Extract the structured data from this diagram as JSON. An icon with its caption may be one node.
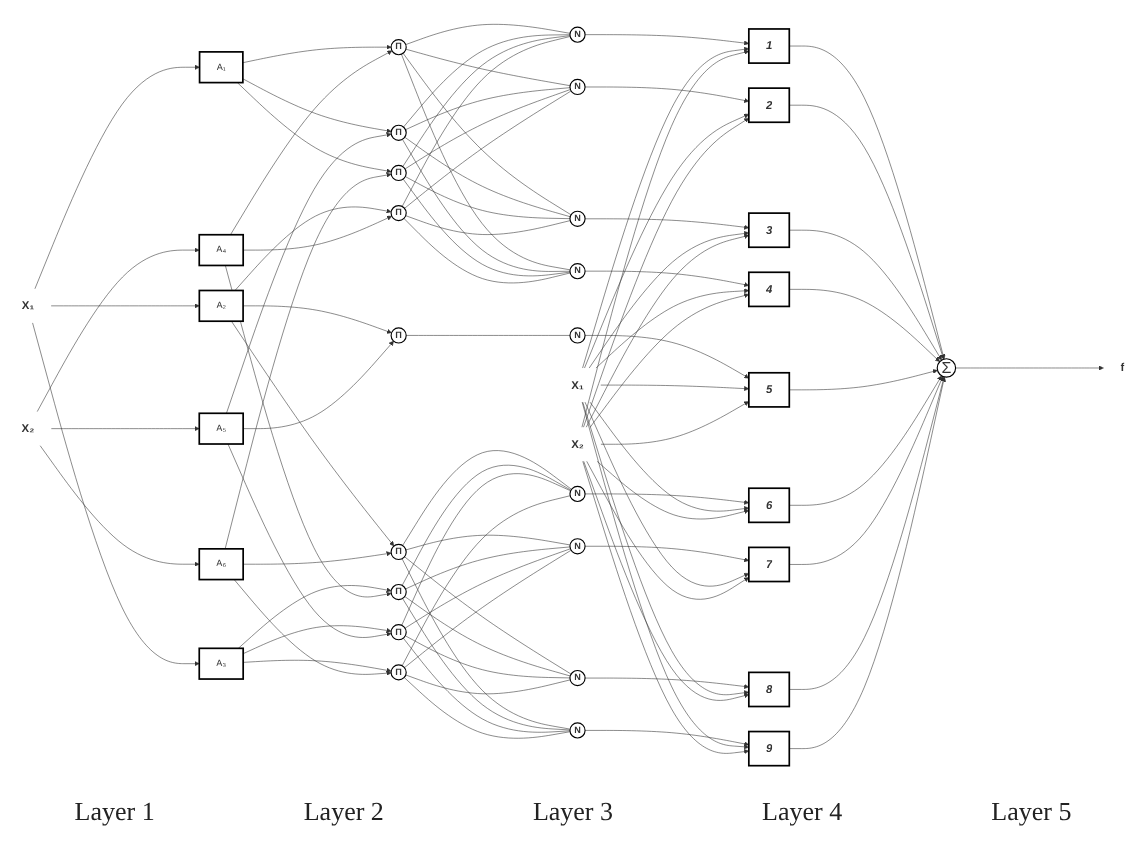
{
  "diagram": {
    "nodes": [
      {
        "text": [
          "X₁"
        ]
      },
      {
        "text": [
          "X₂"
        ]
      },
      {
        "text": [
          "A₁"
        ]
      },
      {
        "text": [
          "A₂"
        ]
      },
      {
        "text": [
          "A₃"
        ]
      },
      {
        "text": [
          "A₄"
        ]
      },
      {
        "text": [
          "A₅"
        ]
      },
      {
        "text": [
          "A₆"
        ]
      },
      {
        "text": [
          "Π"
        ]
      },
      {
        "text": [
          "Π"
        ]
      },
      {
        "text": [
          "Π"
        ]
      },
      {
        "text": [
          "Π"
        ]
      },
      {
        "text": [
          "Π"
        ]
      },
      {
        "text": [
          "Π"
        ]
      },
      {
        "text": [
          "Π"
        ]
      },
      {
        "text": [
          "Π"
        ]
      },
      {
        "text": [
          "Π"
        ]
      },
      {
        "text": [
          "N"
        ]
      },
      {
        "text": [
          "N"
        ]
      },
      {
        "text": [
          "N"
        ]
      },
      {
        "text": [
          "N"
        ]
      },
      {
        "text": [
          "N"
        ]
      },
      {
        "text": [
          "N"
        ]
      },
      {
        "text": [
          "N"
        ]
      },
      {
        "text": [
          "N"
        ]
      },
      {
        "text": [
          "N"
        ]
      },
      {
        "text": [
          "X₁"
        ]
      },
      {
        "text": [
          "X₂"
        ]
      },
      {
        "text": [
          "1"
        ]
      },
      {
        "text": [
          "2"
        ]
      },
      {
        "text": [
          "3"
        ]
      },
      {
        "text": [
          "4"
        ]
      },
      {
        "text": [
          "5"
        ]
      },
      {
        "text": [
          "6"
        ]
      },
      {
        "text": [
          "7"
        ]
      },
      {
        "text": [
          "8"
        ]
      },
      {
        "text": [
          "9"
        ]
      },
      {
        "text": [
          "Σ"
        ]
      },
      {
        "text": [
          "f"
        ]
      }
    ],
    "edges": [
      {
        "from": 0,
        "to": 2,
        "arrow": "to"
      },
      {
        "from": 0,
        "to": 3,
        "arrow": "to"
      },
      {
        "from": 0,
        "to": 4,
        "arrow": "to"
      },
      {
        "from": 1,
        "to": 5,
        "arrow": "to"
      },
      {
        "from": 1,
        "to": 6,
        "arrow": "to"
      },
      {
        "from": 1,
        "to": 7,
        "arrow": "to"
      },
      {
        "from": 2,
        "to": 8,
        "arrow": "to"
      },
      {
        "from": 2,
        "to": 9,
        "arrow": "to"
      },
      {
        "from": 2,
        "to": 10,
        "arrow": "to"
      },
      {
        "from": 3,
        "to": 11,
        "arrow": "to"
      },
      {
        "from": 3,
        "to": 12,
        "arrow": "to"
      },
      {
        "from": 3,
        "to": 13,
        "arrow": "to"
      },
      {
        "from": 4,
        "to": 14,
        "arrow": "to"
      },
      {
        "from": 4,
        "to": 15,
        "arrow": "to"
      },
      {
        "from": 4,
        "to": 16,
        "arrow": "to"
      },
      {
        "from": 5,
        "to": 8,
        "arrow": "to"
      },
      {
        "from": 5,
        "to": 11,
        "arrow": "to"
      },
      {
        "from": 5,
        "to": 14,
        "arrow": "to"
      },
      {
        "from": 6,
        "to": 9,
        "arrow": "to"
      },
      {
        "from": 6,
        "to": 12,
        "arrow": "to"
      },
      {
        "from": 6,
        "to": 15,
        "arrow": "to"
      },
      {
        "from": 7,
        "to": 10,
        "arrow": "to"
      },
      {
        "from": 7,
        "to": 13,
        "arrow": "to"
      },
      {
        "from": 7,
        "to": 16,
        "arrow": "to"
      },
      {
        "from": 8,
        "to": 17,
        "arrow": "none"
      },
      {
        "from": 8,
        "to": 18,
        "arrow": "none"
      },
      {
        "from": 8,
        "to": 19,
        "arrow": "none"
      },
      {
        "from": 8,
        "to": 20,
        "arrow": "none"
      },
      {
        "from": 9,
        "to": 17,
        "arrow": "none"
      },
      {
        "from": 9,
        "to": 18,
        "arrow": "none"
      },
      {
        "from": 9,
        "to": 19,
        "arrow": "none"
      },
      {
        "from": 9,
        "to": 20,
        "arrow": "none"
      },
      {
        "from": 10,
        "to": 17,
        "arrow": "none"
      },
      {
        "from": 10,
        "to": 18,
        "arrow": "none"
      },
      {
        "from": 10,
        "to": 19,
        "arrow": "none"
      },
      {
        "from": 10,
        "to": 20,
        "arrow": "none"
      },
      {
        "from": 11,
        "to": 17,
        "arrow": "none"
      },
      {
        "from": 11,
        "to": 18,
        "arrow": "none"
      },
      {
        "from": 11,
        "to": 19,
        "arrow": "none"
      },
      {
        "from": 11,
        "to": 20,
        "arrow": "none"
      },
      {
        "from": 12,
        "to": 21,
        "arrow": "none"
      },
      {
        "from": 13,
        "to": 22,
        "arrow": "none"
      },
      {
        "from": 13,
        "to": 23,
        "arrow": "none"
      },
      {
        "from": 13,
        "to": 24,
        "arrow": "none"
      },
      {
        "from": 13,
        "to": 25,
        "arrow": "none"
      },
      {
        "from": 14,
        "to": 22,
        "arrow": "none"
      },
      {
        "from": 14,
        "to": 23,
        "arrow": "none"
      },
      {
        "from": 14,
        "to": 24,
        "arrow": "none"
      },
      {
        "from": 14,
        "to": 25,
        "arrow": "none"
      },
      {
        "from": 15,
        "to": 22,
        "arrow": "none"
      },
      {
        "from": 15,
        "to": 23,
        "arrow": "none"
      },
      {
        "from": 15,
        "to": 24,
        "arrow": "none"
      },
      {
        "from": 15,
        "to": 25,
        "arrow": "none"
      },
      {
        "from": 16,
        "to": 22,
        "arrow": "none"
      },
      {
        "from": 16,
        "to": 23,
        "arrow": "none"
      },
      {
        "from": 16,
        "to": 24,
        "arrow": "none"
      },
      {
        "from": 16,
        "to": 25,
        "arrow": "none"
      },
      {
        "from": 17,
        "to": 28,
        "arrow": "to"
      },
      {
        "from": 18,
        "to": 29,
        "arrow": "to"
      },
      {
        "from": 19,
        "to": 30,
        "arrow": "to"
      },
      {
        "from": 20,
        "to": 31,
        "arrow": "to"
      },
      {
        "from": 21,
        "to": 32,
        "arrow": "to"
      },
      {
        "from": 22,
        "to": 33,
        "arrow": "to"
      },
      {
        "from": 23,
        "to": 34,
        "arrow": "to"
      },
      {
        "from": 24,
        "to": 35,
        "arrow": "to"
      },
      {
        "from": 25,
        "to": 36,
        "arrow": "to"
      },
      {
        "from": 26,
        "to": 28,
        "arrow": "to"
      },
      {
        "from": 26,
        "to": 29,
        "arrow": "to"
      },
      {
        "from": 26,
        "to": 30,
        "arrow": "to"
      },
      {
        "from": 26,
        "to": 31,
        "arrow": "to"
      },
      {
        "from": 26,
        "to": 32,
        "arrow": "to"
      },
      {
        "from": 26,
        "to": 33,
        "arrow": "to"
      },
      {
        "from": 26,
        "to": 34,
        "arrow": "to"
      },
      {
        "from": 26,
        "to": 35,
        "arrow": "to"
      },
      {
        "from": 26,
        "to": 36,
        "arrow": "to"
      },
      {
        "from": 27,
        "to": 28,
        "arrow": "to"
      },
      {
        "from": 27,
        "to": 29,
        "arrow": "to"
      },
      {
        "from": 27,
        "to": 30,
        "arrow": "to"
      },
      {
        "from": 27,
        "to": 31,
        "arrow": "to"
      },
      {
        "from": 27,
        "to": 32,
        "arrow": "to"
      },
      {
        "from": 27,
        "to": 33,
        "arrow": "to"
      },
      {
        "from": 27,
        "to": 34,
        "arrow": "to"
      },
      {
        "from": 27,
        "to": 35,
        "arrow": "to"
      },
      {
        "from": 27,
        "to": 36,
        "arrow": "to"
      },
      {
        "from": 28,
        "to": 37,
        "arrow": "to"
      },
      {
        "from": 29,
        "to": 37,
        "arrow": "to"
      },
      {
        "from": 30,
        "to": 37,
        "arrow": "to"
      },
      {
        "from": 31,
        "to": 37,
        "arrow": "to"
      },
      {
        "from": 32,
        "to": 37,
        "arrow": "to"
      },
      {
        "from": 33,
        "to": 37,
        "arrow": "to"
      },
      {
        "from": 34,
        "to": 37,
        "arrow": "to"
      },
      {
        "from": 35,
        "to": 37,
        "arrow": "to"
      },
      {
        "from": 36,
        "to": 37,
        "arrow": "to"
      },
      {
        "from": 37,
        "to": 38,
        "arrow": "to"
      }
    ],
    "labels": [
      "Layer 1",
      "Layer 2",
      "Layer 3",
      "Layer 4",
      "Layer 5"
    ]
  }
}
